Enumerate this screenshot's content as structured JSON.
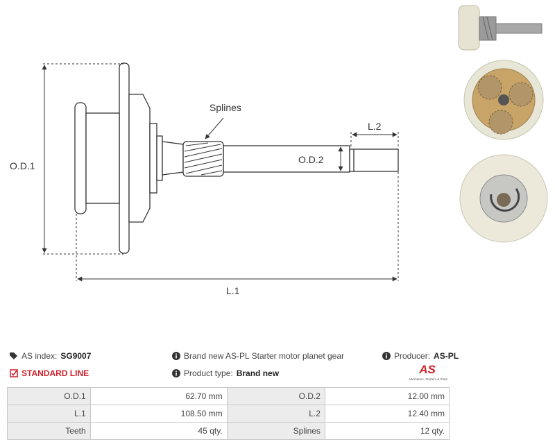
{
  "drawing": {
    "label_od1": "O.D.1",
    "label_od2": "O.D.2",
    "label_l1": "L.1",
    "label_l2": "L.2",
    "label_splines": "Splines"
  },
  "info": {
    "as_index_label": "AS index:",
    "as_index_value": "SG9007",
    "line_label": "STANDARD LINE",
    "description": "Brand new AS-PL Starter motor planet gear",
    "product_type_label": "Product type:",
    "product_type_value": "Brand new",
    "producer_label": "Producer:",
    "producer_value": "AS-PL",
    "logo_text": "AS",
    "logo_tagline": "Alternators, Starters & Parts"
  },
  "specs": [
    {
      "label1": "O.D.1",
      "value1": "62.70 mm",
      "label2": "O.D.2",
      "value2": "12.00 mm"
    },
    {
      "label1": "L.1",
      "value1": "108.50 mm",
      "label2": "L.2",
      "value2": "12.40 mm"
    },
    {
      "label1": "Teeth",
      "value1": "45 qty.",
      "label2": "Splines",
      "value2": "12 qty."
    }
  ],
  "colors": {
    "accent": "#d0202a",
    "header_cell": "#ececec",
    "line": "#333333",
    "gear": "#c8a468"
  }
}
